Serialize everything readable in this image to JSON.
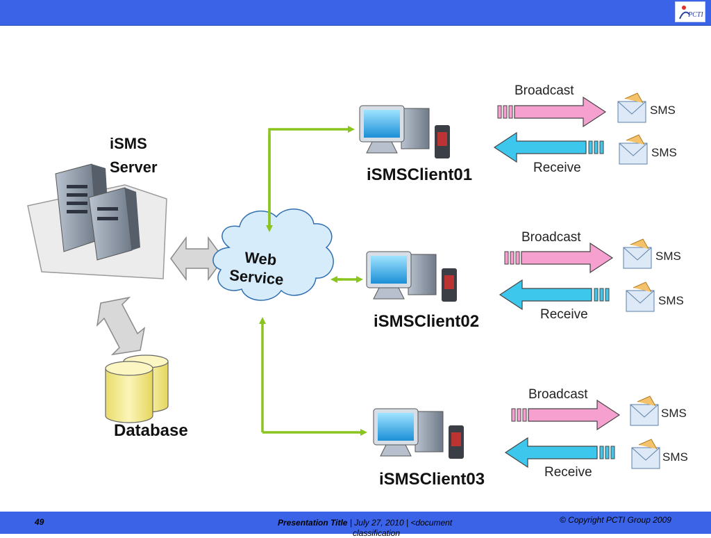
{
  "slide": {
    "logo_text": "PCTI",
    "page_number": "49",
    "footer_title": "Presentation Title",
    "footer_info_line1": " |  July 27, 2010 | <document",
    "footer_info_line2": "classification",
    "copyright": "© Copyright  PCTI Group 2009"
  },
  "diagram": {
    "server_label_line1": "iSMS",
    "server_label_line2": "Server",
    "database_label": "Database",
    "web_service_line1": "Web",
    "web_service_line2": "Service",
    "clients": [
      {
        "name": "iSMSClient01",
        "broadcast": "Broadcast",
        "receive": "Receive",
        "sms_top": "SMS",
        "sms_bottom": "SMS"
      },
      {
        "name": "iSMSClient02",
        "broadcast": "Broadcast",
        "receive": "Receive",
        "sms_top": "SMS",
        "sms_bottom": "SMS"
      },
      {
        "name": "iSMSClient03",
        "broadcast": "Broadcast",
        "receive": "Receive",
        "sms_top": "SMS",
        "sms_bottom": "SMS"
      }
    ],
    "colors": {
      "green_arrow": "#8ac41f",
      "broadcast_arrow": "#f6a0cf",
      "receive_arrow": "#3ec7ec",
      "cloud": "#d7ecfb",
      "database": "#f7ef9a",
      "header_bar": "#3a63e8"
    }
  }
}
